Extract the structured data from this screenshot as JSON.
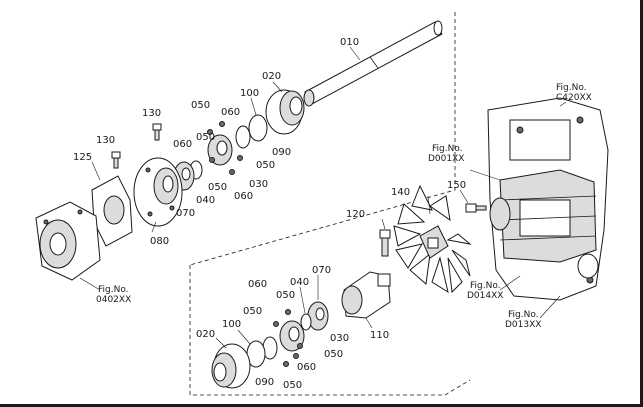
{
  "labels": {
    "p010": "010",
    "p020_top": "020",
    "p100_top": "100",
    "p050_top": "050",
    "p060_top": "060",
    "p130_a": "130",
    "p130_b": "130",
    "p125": "125",
    "p060_l": "060",
    "p050_m": "050",
    "p090_top": "090",
    "p050_r": "050",
    "p030_top": "030",
    "p070_top": "070",
    "p040_top": "040",
    "p060_b": "060",
    "p080": "080",
    "p140": "140",
    "p150": "150",
    "p120": "120",
    "p060_low": "060",
    "p040_low": "040",
    "p070_low": "070",
    "p050_low_a": "050",
    "p050_low_b": "050",
    "p020_low": "020",
    "p100_low": "100",
    "p030_low": "030",
    "p110": "110",
    "p050_low_c": "050",
    "p060_low_b": "060",
    "p090_low": "090",
    "p050_low_d": "050"
  },
  "figure_refs": {
    "c420_title": "Fig.No.",
    "c420_code": "C420XX",
    "d001_title": "Fig.No.",
    "d001_code": "D001XX",
    "d014_title": "Fig.No.",
    "d014_code": "D014XX",
    "d013_title": "Fig.No.",
    "d013_code": "D013XX",
    "d0402_title": "Fig.No.",
    "d0402_code": "0402XX"
  }
}
